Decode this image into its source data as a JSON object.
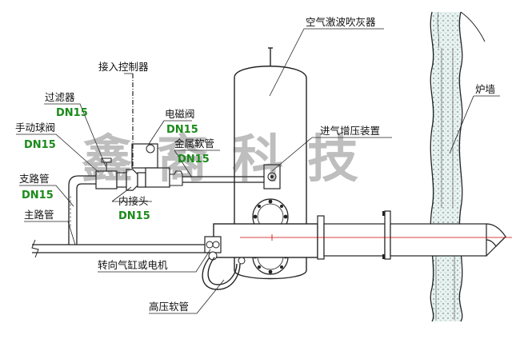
{
  "labels": {
    "blower": "空气激波吹灰器",
    "controller": "接入控制器",
    "filter": "过滤器",
    "filter_dn": "DN15",
    "solenoid": "电磁阀",
    "solenoid_dn": "DN15",
    "metal_hose": "金属软管",
    "metal_hose_dn": "DN15",
    "manual_valve": "手动球阀",
    "manual_valve_dn": "DN15",
    "pressure_booster": "进气增压装置",
    "furnace_wall": "炉墙",
    "branch_pipe": "支路管",
    "branch_pipe_dn": "DN15",
    "inner_joint": "内接头",
    "inner_joint_dn": "DN15",
    "main_pipe": "主路管",
    "actuator": "转向气缸或电机",
    "hp_hose": "高压软管"
  },
  "watermark": "鑫裔科技",
  "colors": {
    "line": "#222222",
    "green_label": "#1a8a1a",
    "wall_fill": "#dff0ee",
    "nozzle_centerline": "#cc0000"
  }
}
